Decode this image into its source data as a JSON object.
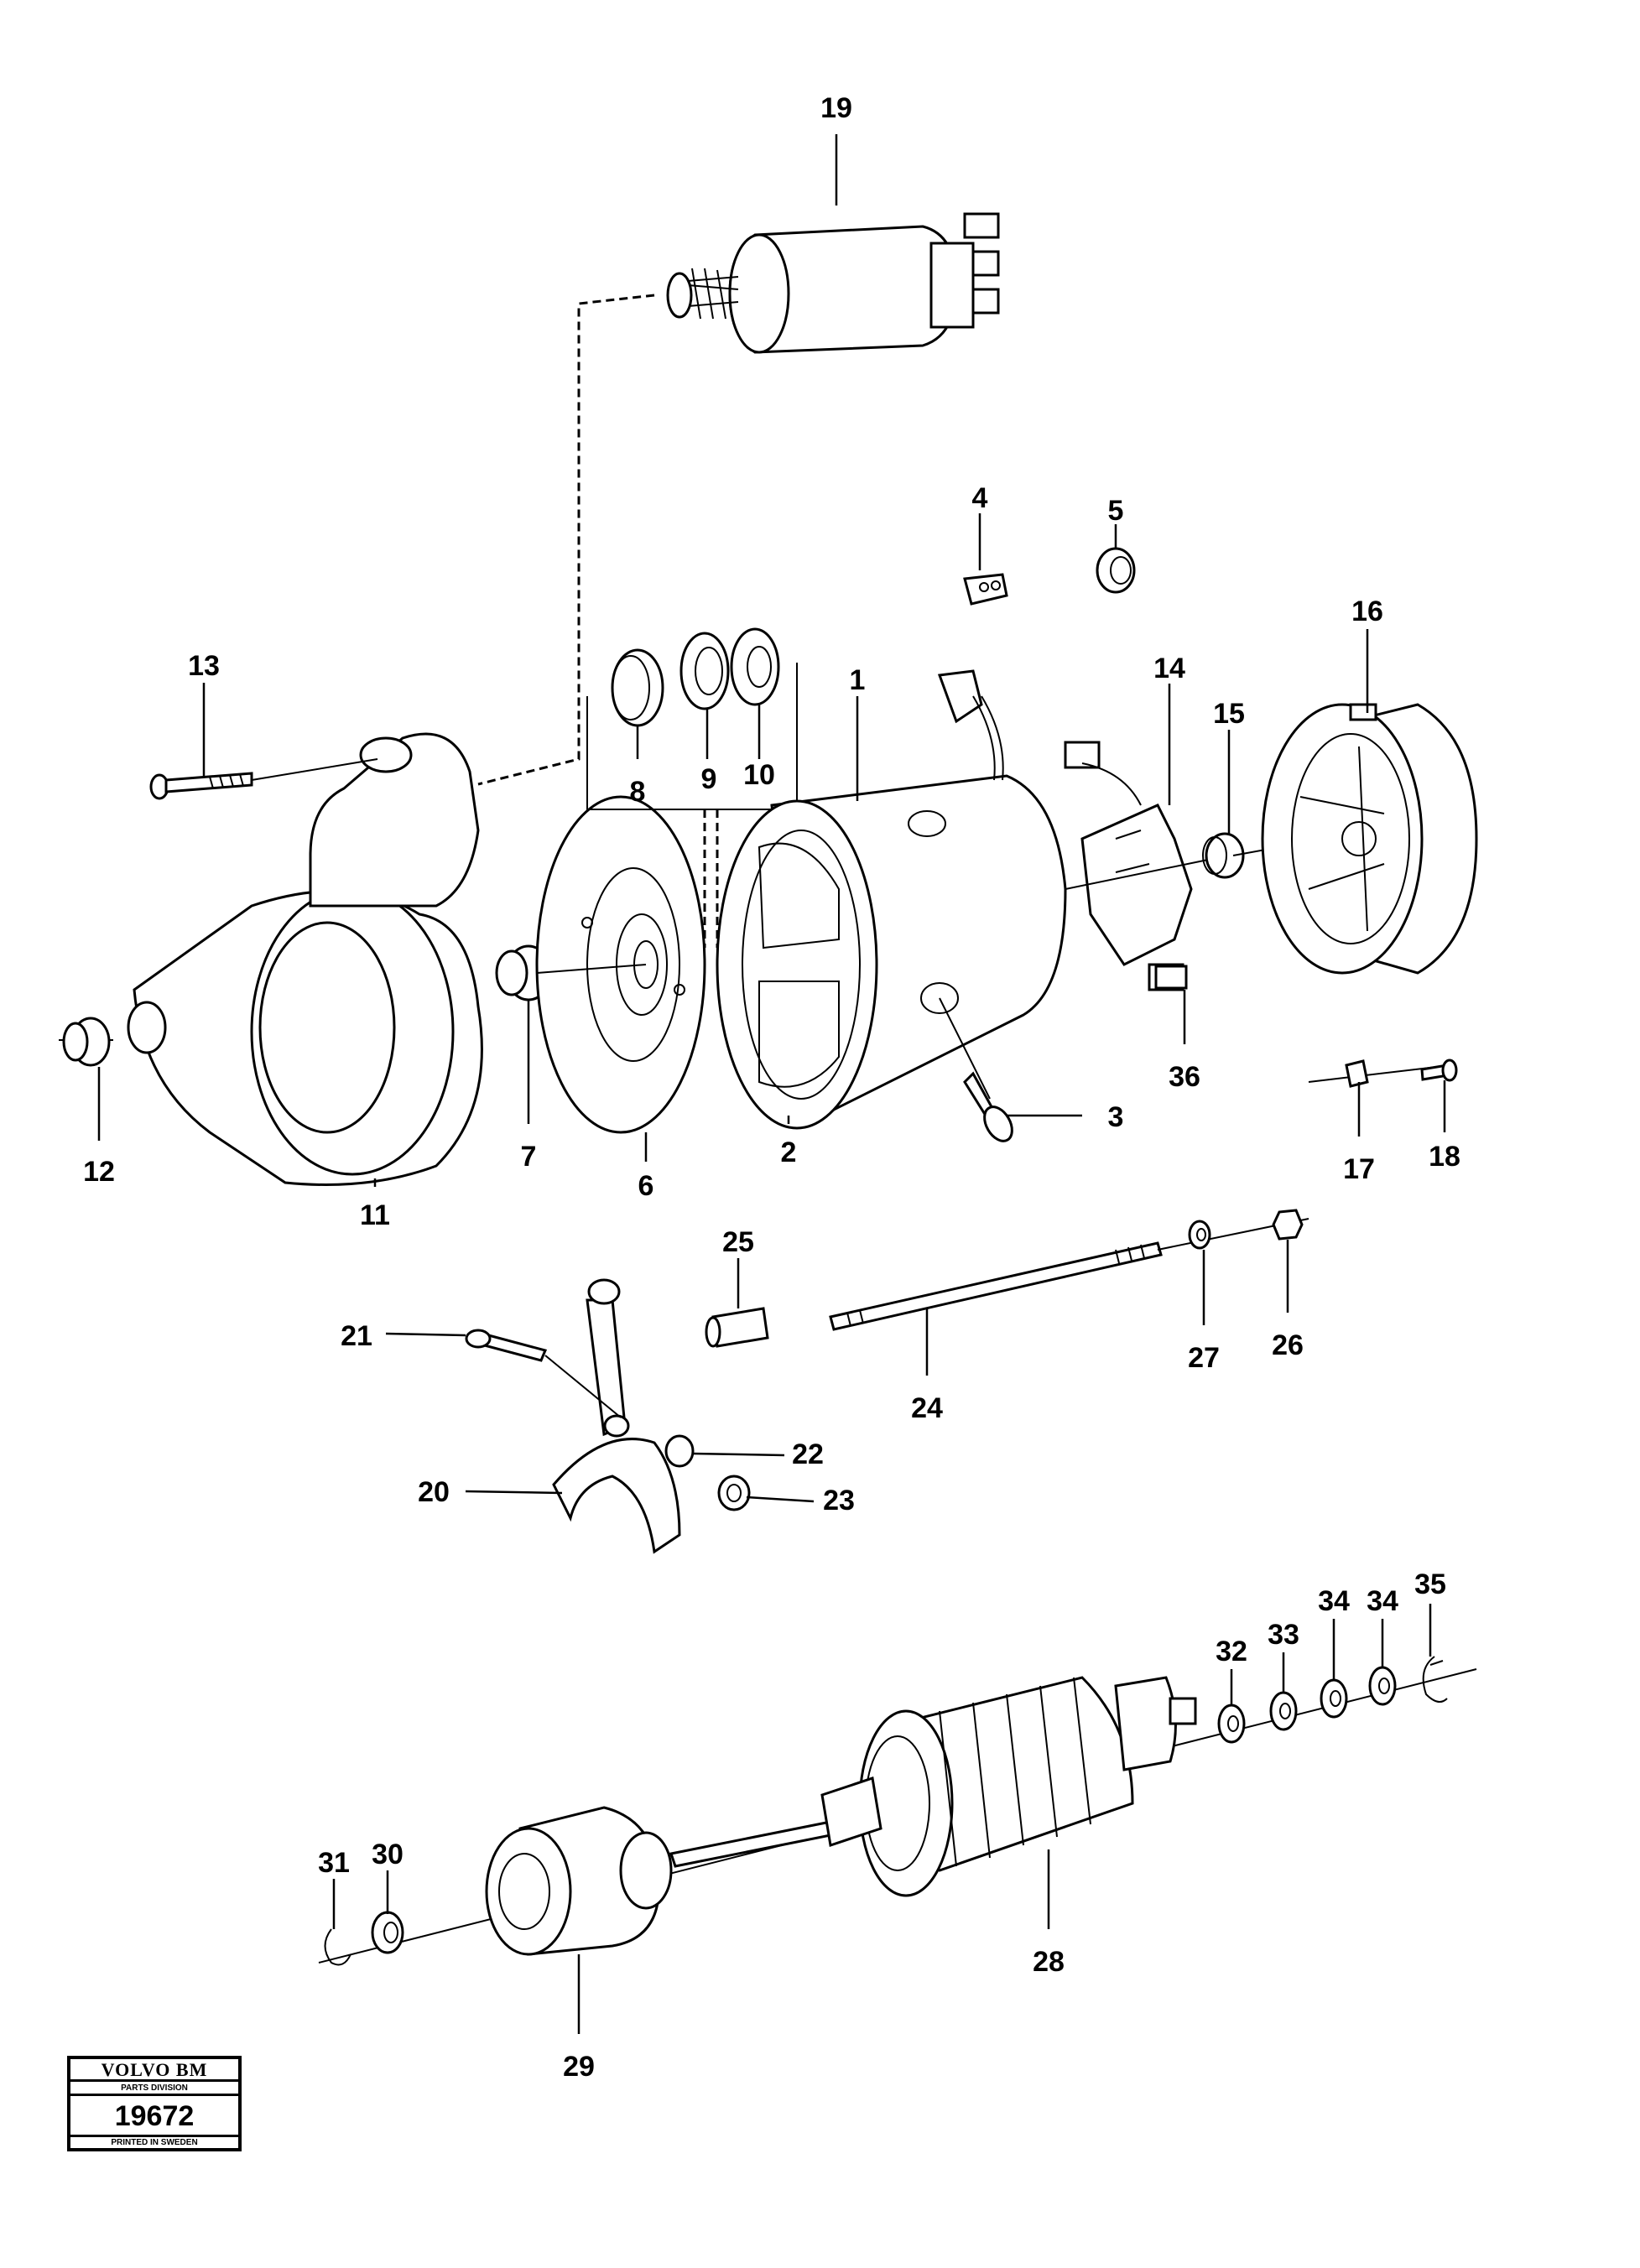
{
  "callouts": {
    "c1": "1",
    "c2": "2",
    "c3": "3",
    "c4": "4",
    "c5": "5",
    "c6": "6",
    "c7": "7",
    "c8": "8",
    "c9": "9",
    "c10": "10",
    "c11": "11",
    "c12": "12",
    "c13": "13",
    "c14": "14",
    "c15": "15",
    "c16": "16",
    "c17": "17",
    "c18": "18",
    "c19": "19",
    "c20": "20",
    "c21": "21",
    "c22": "22",
    "c23": "23",
    "c24": "24",
    "c25": "25",
    "c26": "26",
    "c27": "27",
    "c28": "28",
    "c29": "29",
    "c30": "30",
    "c31": "31",
    "c32": "32",
    "c33": "33",
    "c34a": "34",
    "c34b": "34",
    "c35": "35",
    "c36": "36"
  },
  "stamp": {
    "brand": "VOLVO BM",
    "division": "PARTS DIVISION",
    "number": "19672",
    "printed": "PRINTED IN SWEDEN"
  }
}
